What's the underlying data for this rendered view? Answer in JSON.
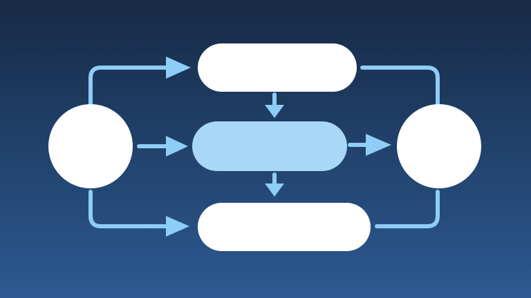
{
  "diagram": {
    "kind": "flowchart",
    "nodes": [
      {
        "id": "left-circle",
        "shape": "circle",
        "label": "",
        "fill": "#ffffff"
      },
      {
        "id": "top-pill",
        "shape": "pill",
        "label": "",
        "fill": "#ffffff"
      },
      {
        "id": "middle-pill",
        "shape": "pill",
        "label": "",
        "fill": "#a8d7f7"
      },
      {
        "id": "bottom-pill",
        "shape": "pill",
        "label": "",
        "fill": "#ffffff"
      },
      {
        "id": "right-circle",
        "shape": "circle",
        "label": "",
        "fill": "#ffffff"
      }
    ],
    "edges": [
      {
        "from": "left-circle",
        "to": "top-pill"
      },
      {
        "from": "left-circle",
        "to": "middle-pill"
      },
      {
        "from": "left-circle",
        "to": "bottom-pill"
      },
      {
        "from": "top-pill",
        "to": "middle-pill"
      },
      {
        "from": "middle-pill",
        "to": "bottom-pill"
      },
      {
        "from": "middle-pill",
        "to": "right-circle"
      },
      {
        "from": "top-pill",
        "to": "right-circle"
      },
      {
        "from": "bottom-pill",
        "to": "right-circle"
      }
    ]
  },
  "colors": {
    "background_top": "#172a45",
    "background_bottom": "#2c5a91",
    "connector": "#8ecdf6",
    "node": "#ffffff",
    "highlight_node": "#a8d7f7"
  }
}
